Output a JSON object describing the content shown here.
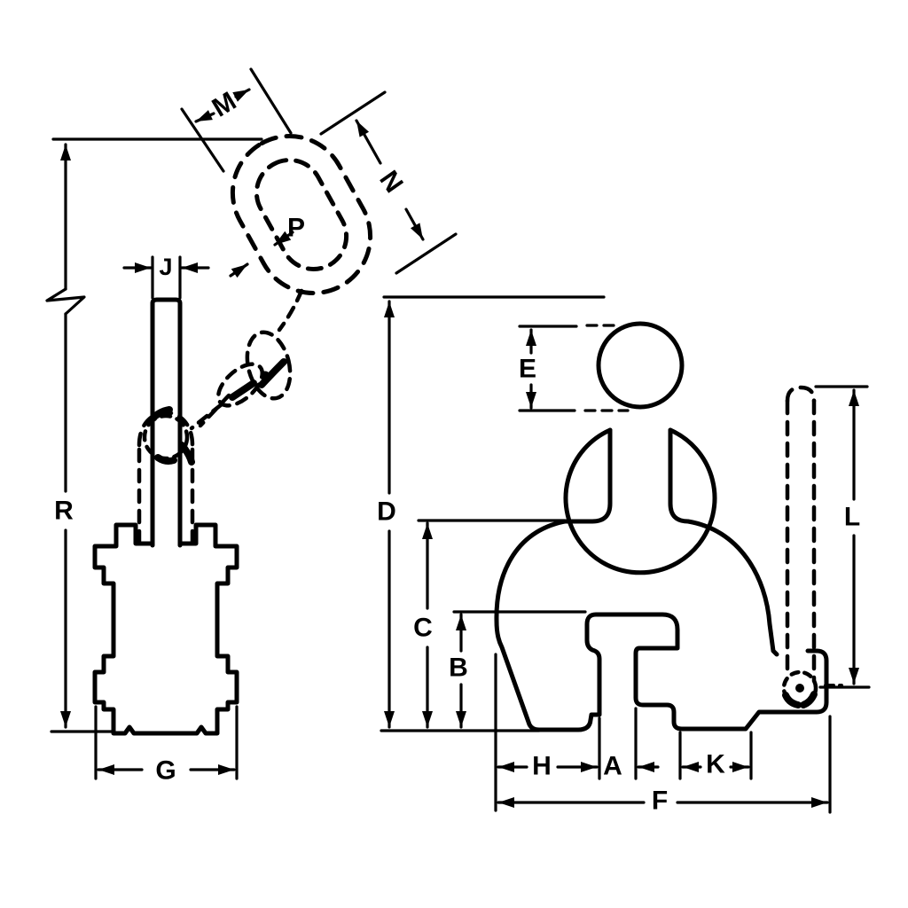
{
  "figure": {
    "kind": "engineering dimension drawing",
    "subject": "vertical lifting clamp with chain sling – side view and front view",
    "background_color": "#ffffff",
    "line_color": "#000000"
  },
  "dimension_labels": {
    "M": "M",
    "N": "N",
    "P": "P",
    "J": "J",
    "R": "R",
    "G": "G",
    "D": "D",
    "C": "C",
    "B": "B",
    "E": "E",
    "H": "H",
    "A": "A",
    "K": "K",
    "F": "F",
    "L": "L"
  }
}
